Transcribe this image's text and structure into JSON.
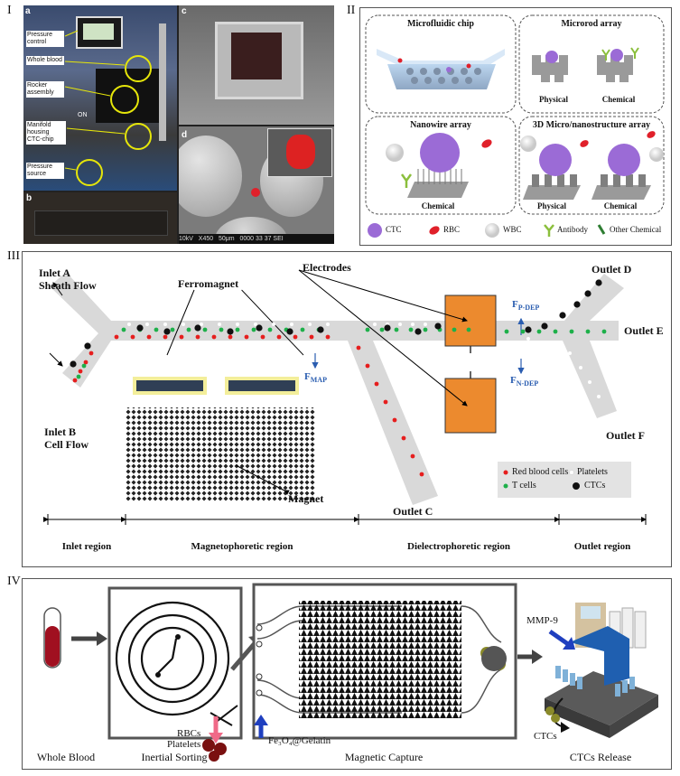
{
  "panel_labels": {
    "p1": "I",
    "p2": "II",
    "p3": "III",
    "p4": "IV"
  },
  "photo": {
    "sub_a": "a",
    "sub_b": "b",
    "sub_c": "c",
    "sub_d": "d",
    "callouts": [
      "Pressure control",
      "Whole blood",
      "Rocker assembly",
      "Manifold housing CTC-chip",
      "Pressure source"
    ],
    "on_label": "ON",
    "sem_bar": "10kV   X450   50μm   0000 33 37 SEI"
  },
  "panel2": {
    "boxes": [
      {
        "title": "Microfluidic chip"
      },
      {
        "title": "Microrod array",
        "subs": [
          "Physical",
          "Chemical"
        ]
      },
      {
        "title": "Nanowire array",
        "subs": [
          "Chemical"
        ]
      },
      {
        "title": "3D Micro/nanostructure array",
        "subs": [
          "Physical",
          "Chemical"
        ]
      }
    ],
    "legend": [
      "CTC",
      "RBC",
      "WBC",
      "Antibody",
      "Other Chemical"
    ],
    "colors": {
      "ctc": "#9b6bd6",
      "rbc": "#e0202a",
      "wbc": "#e6e6e6",
      "antibody": "#8bbf3c",
      "chemical": "#2e7d32"
    }
  },
  "panel3": {
    "inlet_a": [
      "Inlet A",
      "Sheath Flow"
    ],
    "inlet_b": [
      "Inlet B",
      "Cell Flow"
    ],
    "ferromagnet": "Ferromagnet",
    "electrodes": "Electrodes",
    "magnet": "Magnet",
    "f_map": "F",
    "f_map_sub": "MAP",
    "f_pdep": "F",
    "f_pdep_sub": "P-DEP",
    "f_ndep": "F",
    "f_ndep_sub": "N-DEP",
    "outlets": {
      "c": "Outlet C",
      "d": "Outlet D",
      "e": "Outlet E",
      "f": "Outlet F"
    },
    "legend": [
      "Red blood cells",
      "Platelets",
      "T cells",
      "CTCs"
    ],
    "regions": [
      "Inlet region",
      "Magnetophoretic region",
      "Dielectrophoretic region",
      "Outlet region"
    ],
    "colors": {
      "channel": "#d9d9d9",
      "electrode": "#ec8a2e",
      "ferro": "#2f3f55",
      "ferro_border": "#f3ee9a",
      "rbc": "#e61e1e",
      "tcell": "#1eb04a",
      "ctc": "#111111",
      "platelet": "#ffffff"
    }
  },
  "panel4": {
    "labels": [
      "Whole Blood",
      "Inertial Sorting",
      "Magnetic Capture",
      "CTCs Release"
    ],
    "rbcs": "RBCs",
    "platelets": "Platelets",
    "gelatin": "Fe₃O₄@Gelatin",
    "mmp": "MMP-9",
    "ctcs": "CTCs",
    "colors": {
      "blood": "#a01020",
      "pink_arrow": "#f06a88",
      "blue_arrow": "#1f3fbf",
      "olive": "#8a8a2a"
    }
  }
}
